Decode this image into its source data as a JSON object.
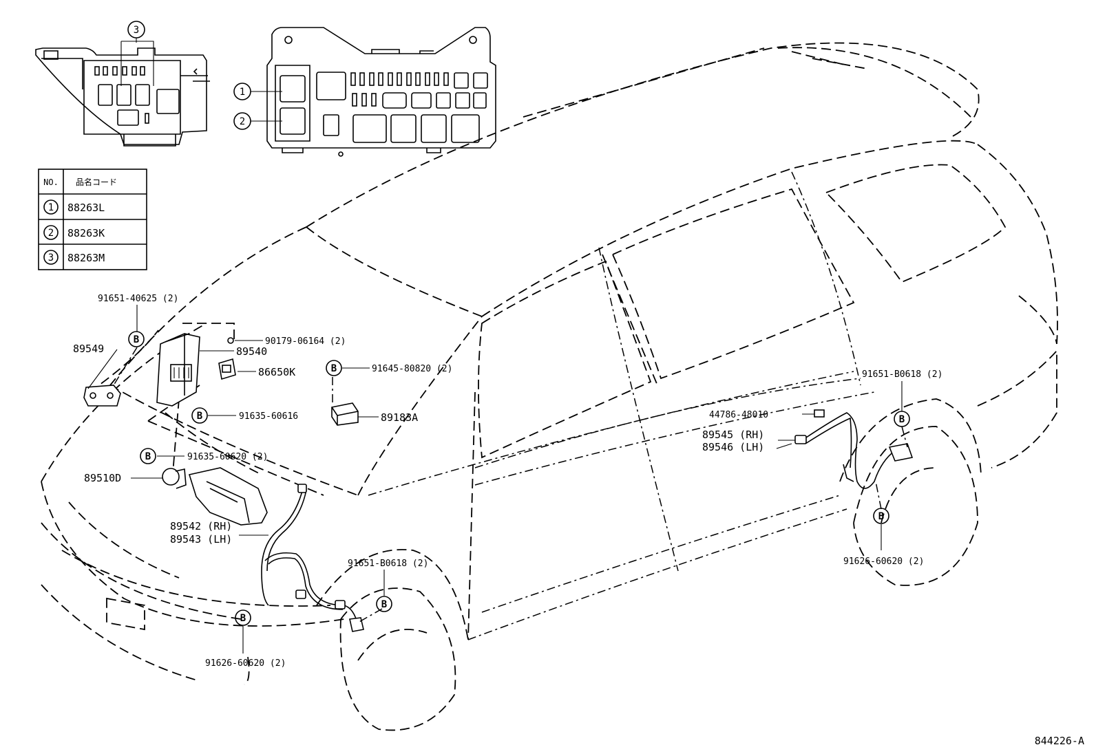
{
  "legend_table": {
    "header_no": "NO.",
    "header_code": "品名コード",
    "rows": [
      {
        "no": "1",
        "code": "88263L"
      },
      {
        "no": "2",
        "code": "88263K"
      },
      {
        "no": "3",
        "code": "88263M"
      }
    ]
  },
  "callouts": {
    "c1": "1",
    "c2": "2",
    "c3": "3",
    "b": "B"
  },
  "parts": {
    "p91651_40625": "91651-40625 (2)",
    "p89549": "89549",
    "p90179_06164": "90179-06164 (2)",
    "p89540": "89540",
    "p86650K": "86650K",
    "p91635_60616": "91635-60616",
    "p91635_60620": "91635-60620 (2)",
    "p89510D": "89510D",
    "p89542": "89542 (RH)",
    "p89543": "89543 (LH)",
    "p91645_80820": "91645-80820 (2)",
    "p89183A": "89183A",
    "p91651_B0618_front": "91651-B0618 (2)",
    "p91626_60620_front": "91626-60620 (2)",
    "p44786_48010": "44786-48010",
    "p89545": "89545 (RH)",
    "p89546": "89546 (LH)",
    "p91651_B0618_rear": "91651-B0618 (2)",
    "p91626_60620_rear": "91626-60620 (2)"
  },
  "diagram_id": "844226-A"
}
